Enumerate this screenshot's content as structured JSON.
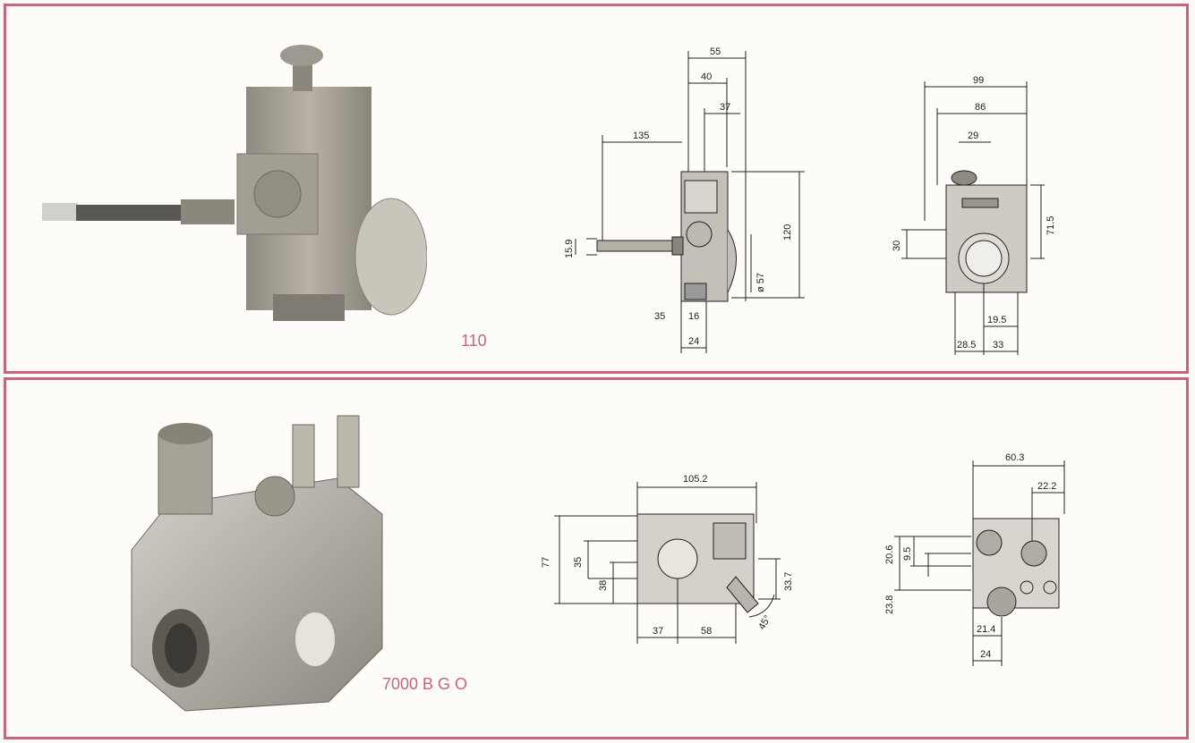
{
  "panels": [
    {
      "model_label": "110",
      "side_view_dims": [
        "55",
        "40",
        "37",
        "135",
        "120",
        "15.9",
        "ø 57",
        "35",
        "16",
        "24"
      ],
      "front_view_dims": [
        "99",
        "86",
        "29",
        "71.5",
        "30",
        "19.5",
        "28.5",
        "33"
      ]
    },
    {
      "model_label": "7000 B G O",
      "side_view_dims": [
        "105.2",
        "77",
        "35",
        "38",
        "33.7",
        "45°",
        "37",
        "58"
      ],
      "front_view_dims": [
        "60.3",
        "22.2",
        "20.6",
        "9.5",
        "23.8",
        "21.4",
        "24"
      ]
    }
  ],
  "colors": {
    "frame": "#c9647f",
    "line": "#222222",
    "device": "#a8a296"
  }
}
